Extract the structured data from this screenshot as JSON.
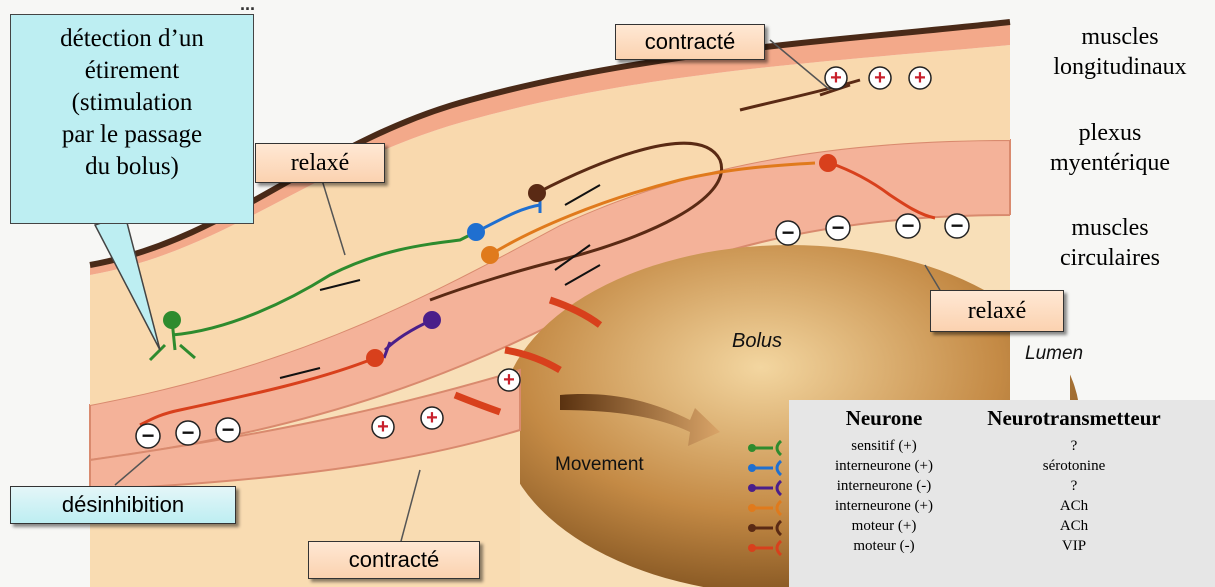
{
  "header_fragment": "...",
  "right_labels": {
    "longitudinal": [
      "muscles",
      "longitudinaux"
    ],
    "plexus": [
      "plexus",
      "myentérique"
    ],
    "circular": [
      "muscles",
      "circulaires"
    ]
  },
  "callout": {
    "lines": [
      "détection d’un",
      "étirement",
      "(stimulation",
      "par le passage",
      "du bolus)"
    ]
  },
  "tags": {
    "contracte_top": "contracté",
    "relaxe_left": "relaxé",
    "relaxe_right": "relaxé",
    "desinhibition": "désinhibition",
    "contracte_bottom": "contracté"
  },
  "image_labels": {
    "bolus": "Bolus",
    "lumen": "Lumen",
    "movement": "Movement"
  },
  "legend": {
    "header_neurone": "Neurone",
    "header_transmitter": "Neurotransmetteur",
    "rows": [
      {
        "neurone": "sensitif (+)",
        "transmitter": "?",
        "color": "#2e8b2e"
      },
      {
        "neurone": "interneurone (+)",
        "transmitter": "sérotonine",
        "color": "#1f6fd0"
      },
      {
        "neurone": "interneurone (-)",
        "transmitter": "?",
        "color": "#4a1f8a"
      },
      {
        "neurone": "interneurone (+)",
        "transmitter": "ACh",
        "color": "#e07a1c"
      },
      {
        "neurone": "moteur (+)",
        "transmitter": "ACh",
        "color": "#5a2a14"
      },
      {
        "neurone": "moteur (-)",
        "transmitter": "VIP",
        "color": "#d8401c"
      }
    ]
  },
  "signs": {
    "plus": "+",
    "minus": "−"
  },
  "colors": {
    "sensory": "#2e8b2e",
    "inter_serotonin": "#1f6fd0",
    "inter_inhibit": "#4a1f8a",
    "inter_ach": "#e07a1c",
    "motor_plus": "#5a2a14",
    "motor_minus": "#d8401c",
    "tissue_light": "#fbe3c0",
    "tissue_pink": "#f3b69a",
    "bolus": "#b58040",
    "plus_sign": "#c8202c"
  }
}
